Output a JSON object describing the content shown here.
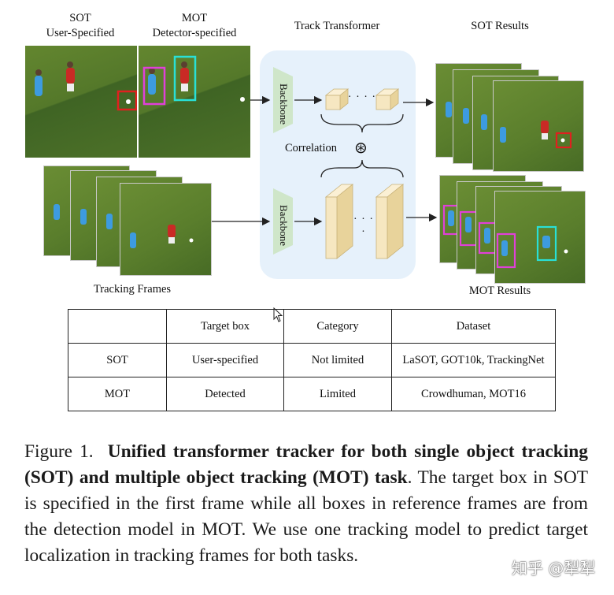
{
  "figure": {
    "sot_label_line1": "SOT",
    "sot_label_line2": "User-Specified",
    "mot_label_line1": "MOT",
    "mot_label_line2": "Detector-specified",
    "track_transformer_label": "Track Transformer",
    "sot_results_label": "SOT Results",
    "mot_results_label": "MOT Results",
    "tracking_frames_label": "Tracking Frames",
    "backbone_label": "Backbone",
    "correlation_label": "Correlation",
    "correlation_symbol": "⊛",
    "ellipsis": "· · · ·",
    "colors": {
      "panel": "#e6f1fb",
      "backbone": "#cfe6c9",
      "feature": "#f6e7c1",
      "sot_box": "#e0201f",
      "mot_box_magenta": "#e040d8",
      "mot_box_cyan": "#29e0d6",
      "player_blue": "#3d9be0",
      "player_red": "#c92a25"
    }
  },
  "table": {
    "headers": [
      "",
      "Target box",
      "Category",
      "Dataset"
    ],
    "rows": [
      [
        "SOT",
        "User-specified",
        "Not limited",
        "LaSOT, GOT10k, TrackingNet"
      ],
      [
        "MOT",
        "Detected",
        "Limited",
        "Crowdhuman, MOT16"
      ]
    ]
  },
  "caption": {
    "prefix": "Figure 1.",
    "bold": "Unified transformer tracker for both single object tracking (SOT) and multiple object tracking (MOT) task",
    "rest": ". The target box in SOT is specified in the first frame while all boxes in reference frames are from the detection model in MOT. We use one tracking model to predict target localization in tracking frames for both tasks."
  },
  "watermark": "知乎 @犁犁"
}
